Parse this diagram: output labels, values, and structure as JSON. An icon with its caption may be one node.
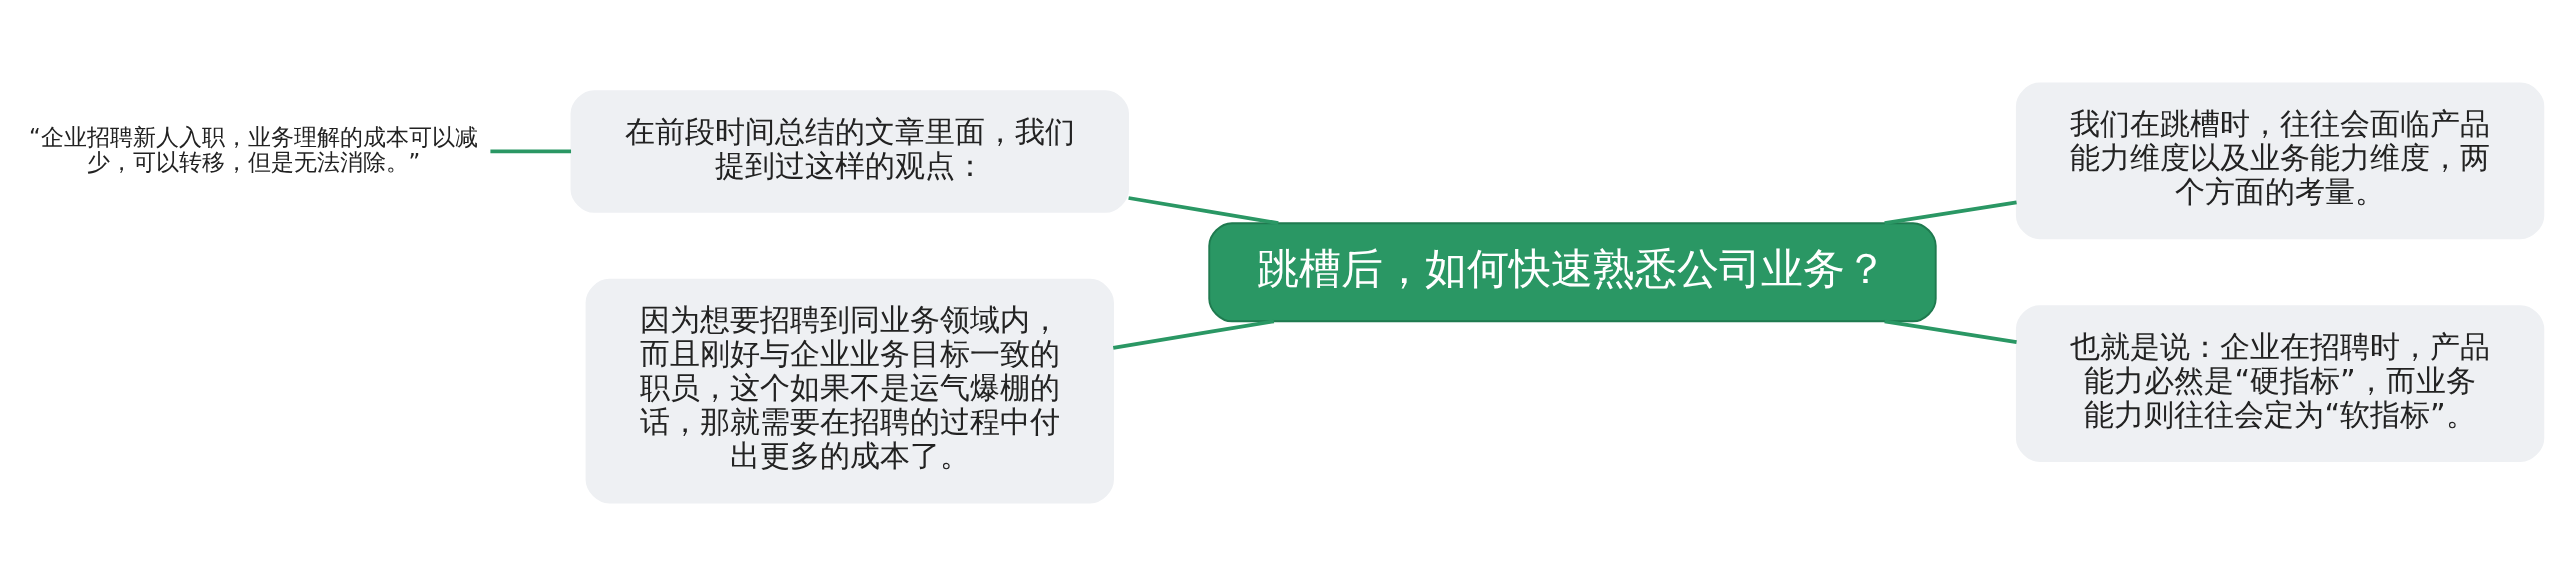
{
  "diagram": {
    "nodes": [
      {
        "text": [
          "跳槽后，如何快速熟悉公司业务？"
        ]
      },
      {
        "text": [
          "在前段时间总结的文章里面，我们提到过这样的观点："
        ]
      },
      {
        "text": [
          "“企业招聘新人入职，业务理解的成本可以减少，可以转移，但是无法消除。”"
        ]
      },
      {
        "text": [
          "因为想要招聘到同业务领域内，而且刚好与企业业务目标一致的职员，这个如果不是运气爆棚的话，那就需要在招聘的过程中付出更多的成本了。"
        ]
      },
      {
        "text": [
          "我们在跳槽时，往往会面临产品能力维度以及业务能力维度，两个方面的考量。"
        ]
      },
      {
        "text": [
          "也就是说：企业在招聘时，产品能力必然是“硬指标”，而业务能力则往往会定为“软指标”。"
        ]
      }
    ],
    "edges": [
      {
        "from": 1,
        "to": 0,
        "arrow": "none"
      },
      {
        "from": 2,
        "to": 1,
        "arrow": "none"
      },
      {
        "from": 3,
        "to": 0,
        "arrow": "none"
      },
      {
        "from": 0,
        "to": 4,
        "arrow": "none"
      },
      {
        "from": 0,
        "to": 5,
        "arrow": "none"
      }
    ]
  }
}
